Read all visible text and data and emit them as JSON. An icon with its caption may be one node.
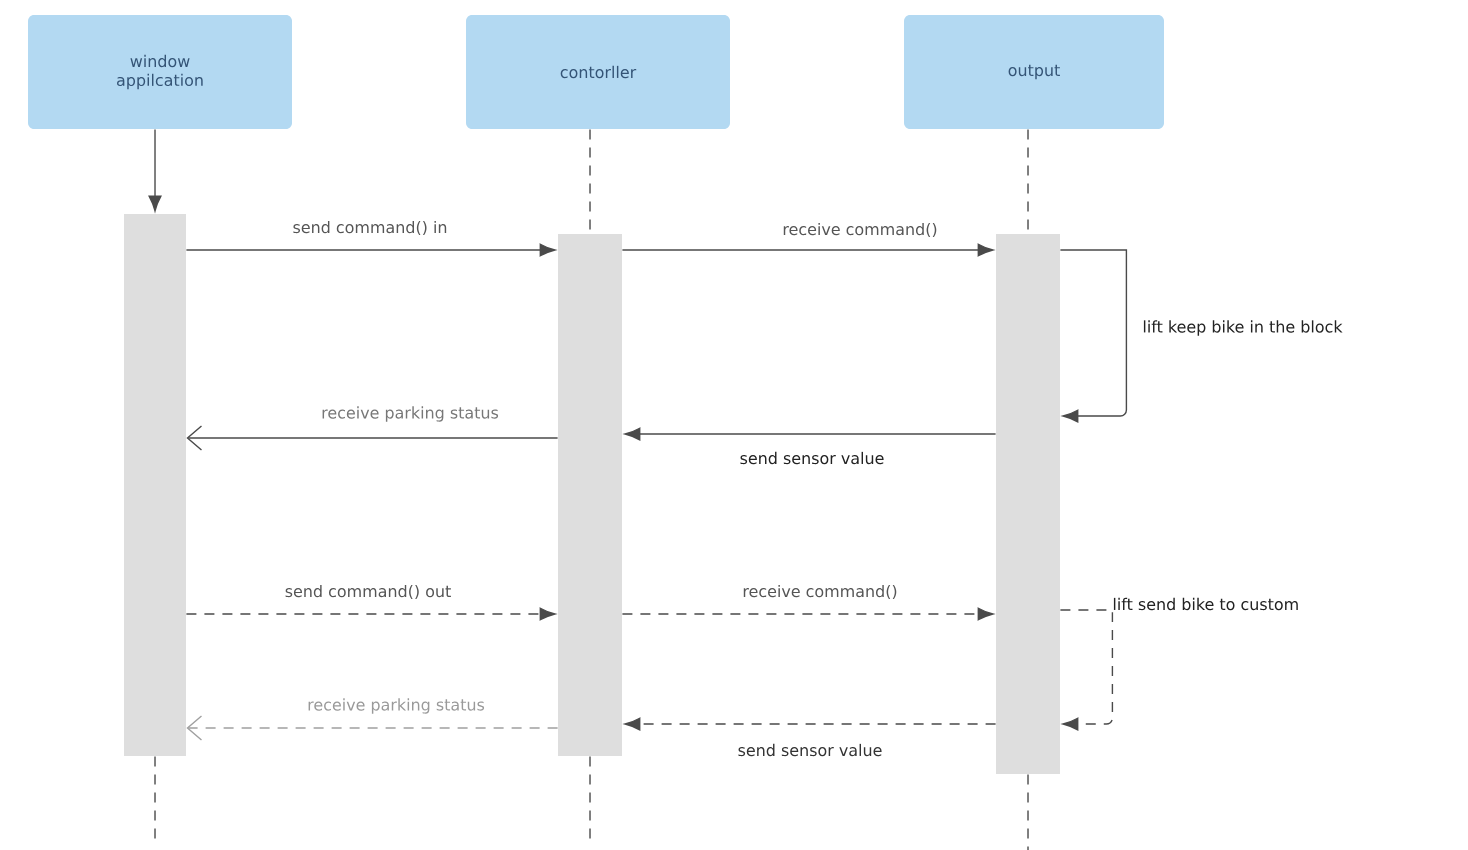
{
  "diagram": {
    "nodes": [
      {
        "text": [
          "window appilcation"
        ]
      },
      {
        "text": [
          "contorller"
        ]
      },
      {
        "text": [
          "output"
        ]
      },
      {
        "text": [],
        "shape": "bar"
      },
      {
        "text": [],
        "shape": "bar"
      },
      {
        "text": [],
        "shape": "bar"
      }
    ],
    "edges": [
      {
        "from": 0,
        "to": 3,
        "arrow": "to"
      },
      {
        "from": 1,
        "to": 4,
        "arrow": "none",
        "style": "dashed"
      },
      {
        "from": 2,
        "to": 5,
        "arrow": "none",
        "style": "dashed"
      },
      {
        "from": 3,
        "to": 4,
        "arrow": "to",
        "label": "send command() in"
      },
      {
        "from": 4,
        "to": 5,
        "arrow": "to",
        "label": "receive command()"
      },
      {
        "from": 5,
        "to": 5,
        "arrow": "to",
        "label": "lift keep bike in the block"
      },
      {
        "from": 5,
        "to": 4,
        "arrow": "to",
        "label": "send sensor value"
      },
      {
        "from": 4,
        "to": 3,
        "arrow": "to",
        "label": "receive parking status"
      },
      {
        "from": 3,
        "to": 4,
        "arrow": "to",
        "label": "send command() out",
        "style": "dashed"
      },
      {
        "from": 4,
        "to": 5,
        "arrow": "to",
        "label": "receive command()",
        "style": "dashed"
      },
      {
        "from": 5,
        "to": 5,
        "arrow": "to",
        "label": "lift send bike to custom",
        "style": "dashed"
      },
      {
        "from": 5,
        "to": 4,
        "arrow": "to",
        "label": "send sensor value",
        "style": "dashed"
      },
      {
        "from": 4,
        "to": 3,
        "arrow": "to",
        "label": "receive parking status",
        "style": "dashed",
        "color": "#a0a0a0"
      },
      {
        "from": 3,
        "to": null,
        "arrow": "none",
        "style": "dashed"
      },
      {
        "from": 4,
        "to": null,
        "arrow": "none",
        "style": "dashed"
      },
      {
        "from": 5,
        "to": null,
        "arrow": "none",
        "style": "dashed"
      }
    ]
  }
}
